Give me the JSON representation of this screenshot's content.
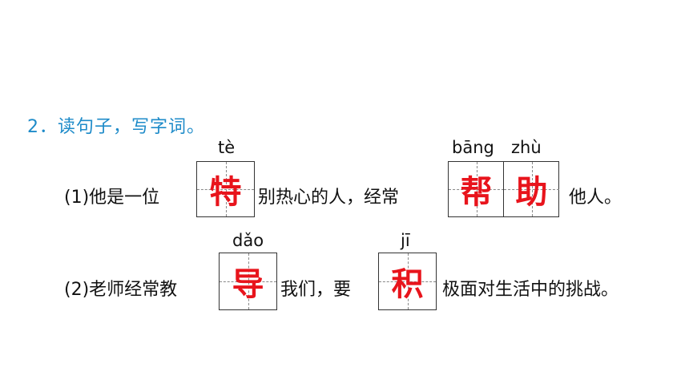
{
  "heading": "2．读句子，写字词。",
  "sentence1": {
    "prefix": "(1)他是一位",
    "middle": "别热心的人，经常",
    "suffix": "他人。",
    "blank1": {
      "pinyin": "tè",
      "chars": [
        "特"
      ]
    },
    "blank2": {
      "pinyin1": "bāng",
      "pinyin2": "zhù",
      "chars": [
        "帮",
        "助"
      ]
    }
  },
  "sentence2": {
    "prefix": "(2)老师经常教",
    "middle": "我们，要",
    "suffix": "极面对生活中的挑战。",
    "blank1": {
      "pinyin": "dǎo",
      "chars": [
        "导"
      ]
    },
    "blank2": {
      "pinyin": "jī",
      "chars": [
        "积"
      ]
    }
  },
  "colors": {
    "heading": "#1e8bc9",
    "answer": "#e8141c"
  }
}
